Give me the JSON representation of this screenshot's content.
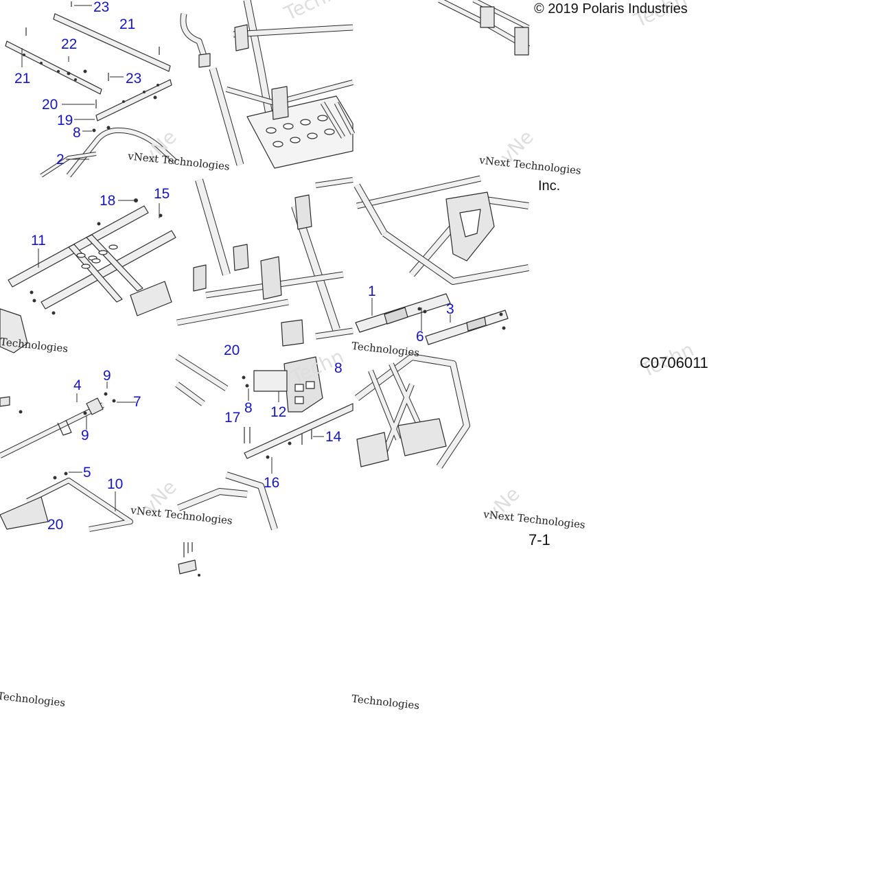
{
  "copyright": "© 2019 Polaris Industries Inc.",
  "copyright_part1": "© 2019 Polaris Industries",
  "copyright_part2": "Inc.",
  "diagram_code": "C0706011",
  "page_ref": "7-1",
  "watermark": {
    "line": "vNext Technologies",
    "word1": "vNext",
    "word2": "Technologies"
  },
  "callouts": [
    "1",
    "2",
    "3",
    "4",
    "5",
    "6",
    "7",
    "8",
    "8",
    "8",
    "9",
    "9",
    "10",
    "11",
    "12",
    "14",
    "15",
    "16",
    "17",
    "18",
    "19",
    "20",
    "20",
    "20",
    "21",
    "21",
    "22",
    "23",
    "23"
  ],
  "colors": {
    "callout": "#1414c8",
    "line_art": "#2a2a2a",
    "frame_fill": "#eeeeee"
  }
}
